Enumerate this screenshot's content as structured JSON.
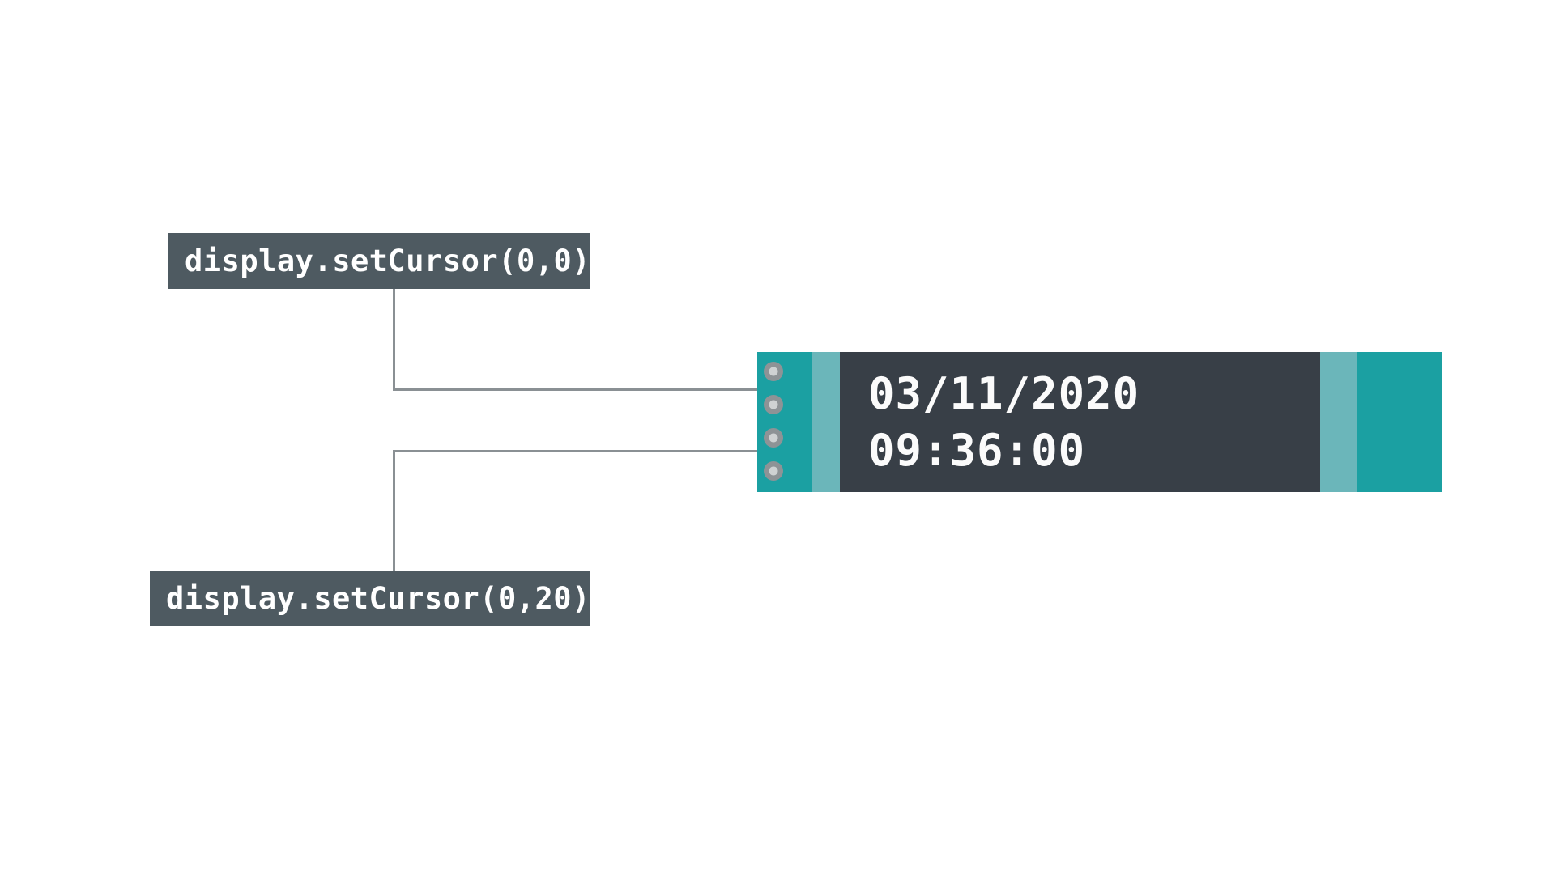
{
  "diagram": {
    "title": "display.setCursor annotation diagram",
    "background_color": "#ffffff"
  },
  "callouts": [
    {
      "id": "cursor-origin",
      "text": "display.setCursor(0,0)",
      "background_color": "#4e5a61",
      "text_color": "#ffffff",
      "points_to": "first-text-line"
    },
    {
      "id": "cursor-second-line",
      "text": "display.setCursor(0,20)",
      "background_color": "#4e5a61",
      "text_color": "#ffffff",
      "points_to": "second-text-line"
    }
  ],
  "leader_lines": {
    "color": "#8a9094"
  },
  "device": {
    "name": "oled-display-module",
    "board_color": "#1ba0a2",
    "bezel_color": "#6bb6ba",
    "screen_color": "#383f47",
    "screen_text_color": "#fbfbfb",
    "screw_outer_color": "#8e9396",
    "screw_inner_color": "#cfd2d3",
    "screw_count": 4,
    "screen_lines": [
      "03/11/2020",
      "09:36:00"
    ]
  }
}
